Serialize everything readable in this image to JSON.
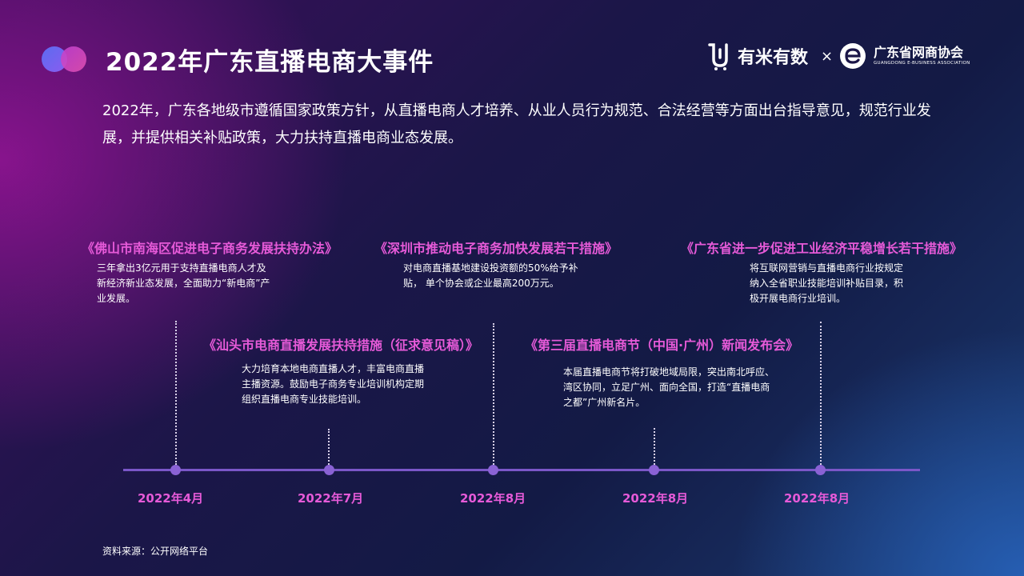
{
  "header": {
    "title": "2022年广东直播电商大事件",
    "brand_left": "有米有数",
    "cross": "×",
    "brand_right": "广东省网商协会",
    "brand_right_en": "GUANGDONG E-BUSINESS ASSOCIATION"
  },
  "intro": "2022年，广东各地级市遵循国家政策方针，从直播电商人才培养、从业人员行为规范、合法经营等方面出台指导意见，规范行业发展，并提供相关补贴政策，大力扶持直播电商业态发展。",
  "events": [
    {
      "title": "《佛山市南海区促进电子商务发展扶持办法》",
      "desc": "三年拿出3亿元用于支持直播电商人才及新经济新业态发展，全面助力“新电商”产业发展。",
      "date": "2022年4月"
    },
    {
      "title": "《汕头市电商直播发展扶持措施（征求意见稿）》",
      "desc": "大力培育本地电商直播人才，丰富电商直播主播资源。鼓励电子商务专业培训机构定期组织直播电商专业技能培训。",
      "date": "2022年7月"
    },
    {
      "title": "《深圳市推动电子商务加快发展若干措施》",
      "desc": "对电商直播基地建设投资额的50%给予补贴， 单个协会或企业最高200万元。",
      "date": "2022年8月"
    },
    {
      "title": "《第三届直播电商节（中国·广州）新闻发布会》",
      "desc": "本届直播电商节将打破地域局限，突出南北呼应、湾区协同，立足广州、面向全国，打造“直播电商之都”广州新名片。",
      "date": "2022年8月"
    },
    {
      "title": "《广东省进一步促进工业经济平稳增长若干措施》",
      "desc": "将互联网营销与直播电商行业按规定纳入全省职业技能培训补贴目录，积极开展电商行业培训。",
      "date": "2022年8月"
    }
  ],
  "source": "资料来源：公开网络平台",
  "colors": {
    "accent_pink": "#e65ad8",
    "axis_purple": "#7b57c8",
    "node_purple": "#8a62d4"
  }
}
